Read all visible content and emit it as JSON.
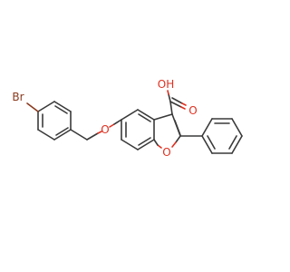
{
  "molecule": {
    "atoms": {
      "bromine": "Br",
      "ether_oxygen": "O",
      "furan_oxygen": "O",
      "carbonyl_oxygen": "O",
      "hydroxyl_oxygen": "OH"
    },
    "colors": {
      "bond": "#3a3a3a",
      "oxygen": "#e03020",
      "bromine": "#8a3a1e"
    }
  }
}
